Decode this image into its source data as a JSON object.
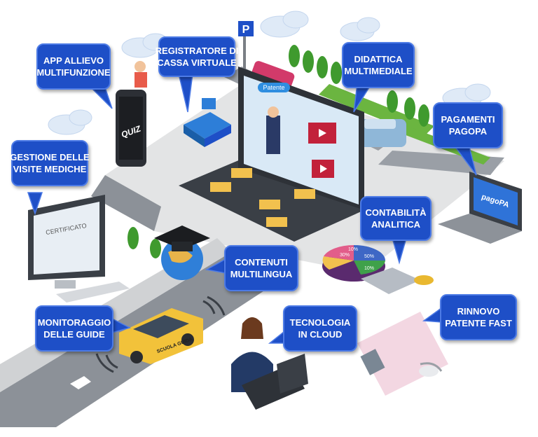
{
  "callouts": {
    "app_allievo": [
      "APP ALLIEVO",
      "MULTIFUNZIONE"
    ],
    "registratore": [
      "REGISTRATORE DI",
      "CASSA VIRTUALE"
    ],
    "didattica": [
      "DIDATTICA",
      "MULTIMEDIALE"
    ],
    "pagamenti": [
      "PAGAMENTI",
      "PAGOPA"
    ],
    "visite": [
      "GESTIONE DELLE",
      "VISITE MEDICHE"
    ],
    "contabilita": [
      "CONTABILITÀ",
      "ANALITICA"
    ],
    "contenuti": [
      "CONTENUTI",
      "MULTILINGUA"
    ],
    "monitoraggio": [
      "MONITORAGGIO",
      "DELLE GUIDE"
    ],
    "tecnologia": [
      "TECNOLOGIA",
      "IN CLOUD"
    ],
    "rinnovo": [
      "RINNOVO",
      "PATENTE FAST"
    ]
  },
  "illustration_text": {
    "laptop_logo": "Patente",
    "phone_brand": "QUIZ",
    "certificate": "CERTIFICATO",
    "pagopa_logo": "pagoPA",
    "car_sign": "SCUOLA GUIDA",
    "parking_sign": "P",
    "pie_labels": [
      "10%",
      "30%",
      "50%",
      "10%"
    ]
  },
  "colors": {
    "callout_blue": "#1e4fc7",
    "road": "#8a8f96",
    "pavement": "#d9dadb",
    "grass": "#5fae3a"
  }
}
